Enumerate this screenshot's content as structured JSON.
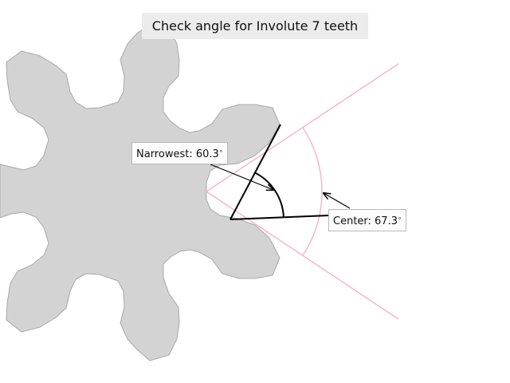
{
  "title": "Check angle for Involute 7 teeth",
  "narrowest": {
    "label": "Narrowest: 60.3",
    "angle_deg": 60.3,
    "degree_symbol": "∘"
  },
  "center": {
    "label": "Center: 67.3",
    "angle_deg": 67.3,
    "degree_symbol": "∘"
  },
  "gear": {
    "teeth": 7,
    "fill": "#d3d3d3",
    "stroke": "#a8a8a8"
  },
  "colors": {
    "guide_lines": "#f7b6c8",
    "angle_lines": "#000000",
    "arrow": "#000000"
  }
}
